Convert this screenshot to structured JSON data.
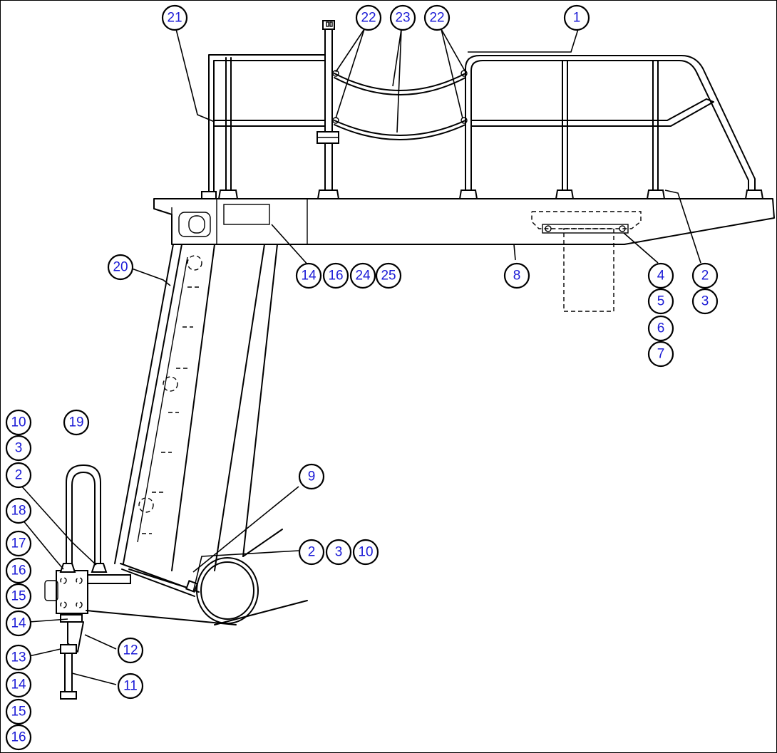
{
  "colors": {
    "callout_text": "#1a1ad6",
    "line": "#000000",
    "background": "#ffffff"
  },
  "callouts": [
    {
      "id": "c1",
      "label": "1"
    },
    {
      "id": "c21",
      "label": "21"
    },
    {
      "id": "c22a",
      "label": "22"
    },
    {
      "id": "c23",
      "label": "23"
    },
    {
      "id": "c22b",
      "label": "22"
    },
    {
      "id": "c20",
      "label": "20"
    },
    {
      "id": "c14a",
      "label": "14"
    },
    {
      "id": "c16a",
      "label": "16"
    },
    {
      "id": "c24",
      "label": "24"
    },
    {
      "id": "c25",
      "label": "25"
    },
    {
      "id": "c8",
      "label": "8"
    },
    {
      "id": "c4",
      "label": "4"
    },
    {
      "id": "c5",
      "label": "5"
    },
    {
      "id": "c6",
      "label": "6"
    },
    {
      "id": "c7",
      "label": "7"
    },
    {
      "id": "c2a",
      "label": "2"
    },
    {
      "id": "c3a",
      "label": "3"
    },
    {
      "id": "c10a",
      "label": "10"
    },
    {
      "id": "c3b",
      "label": "3"
    },
    {
      "id": "c2b",
      "label": "2"
    },
    {
      "id": "c18",
      "label": "18"
    },
    {
      "id": "c17",
      "label": "17"
    },
    {
      "id": "c16b",
      "label": "16"
    },
    {
      "id": "c15a",
      "label": "15"
    },
    {
      "id": "c14b",
      "label": "14"
    },
    {
      "id": "c13",
      "label": "13"
    },
    {
      "id": "c14c",
      "label": "14"
    },
    {
      "id": "c15b",
      "label": "15"
    },
    {
      "id": "c16c",
      "label": "16"
    },
    {
      "id": "c19",
      "label": "19"
    },
    {
      "id": "c9",
      "label": "9"
    },
    {
      "id": "c2c",
      "label": "2"
    },
    {
      "id": "c3c",
      "label": "3"
    },
    {
      "id": "c10b",
      "label": "10"
    },
    {
      "id": "c12",
      "label": "12"
    },
    {
      "id": "c11",
      "label": "11"
    }
  ]
}
